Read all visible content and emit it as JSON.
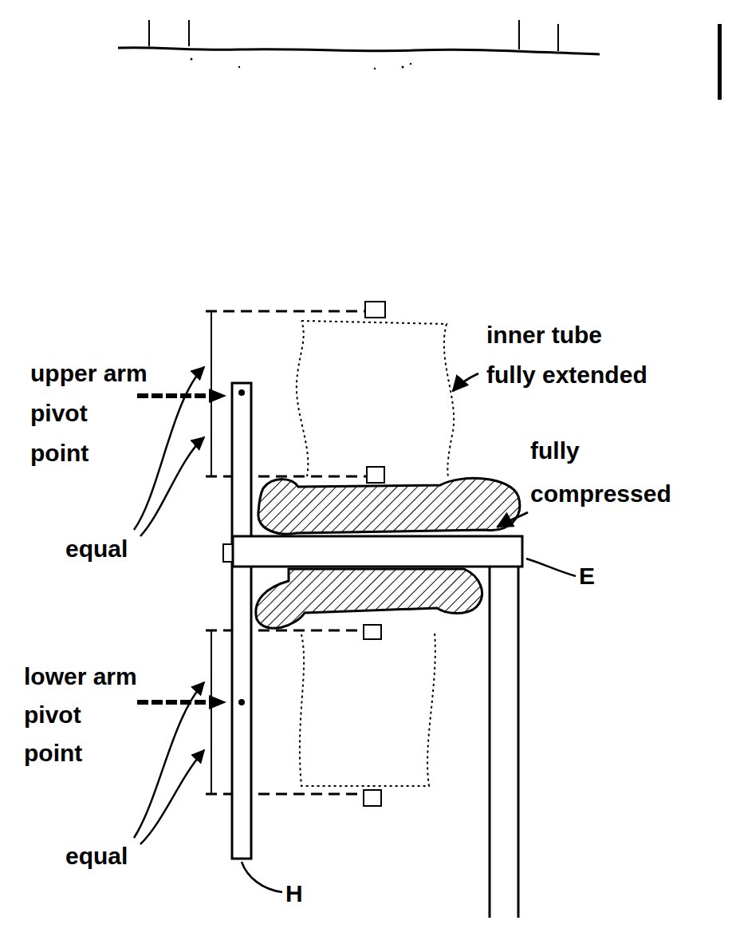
{
  "diagram": {
    "labels": [
      "upper arm pivot point",
      "equal",
      "inner tube fully extended",
      "fully compressed",
      "E",
      "lower arm pivot point",
      "equal",
      "H"
    ]
  }
}
